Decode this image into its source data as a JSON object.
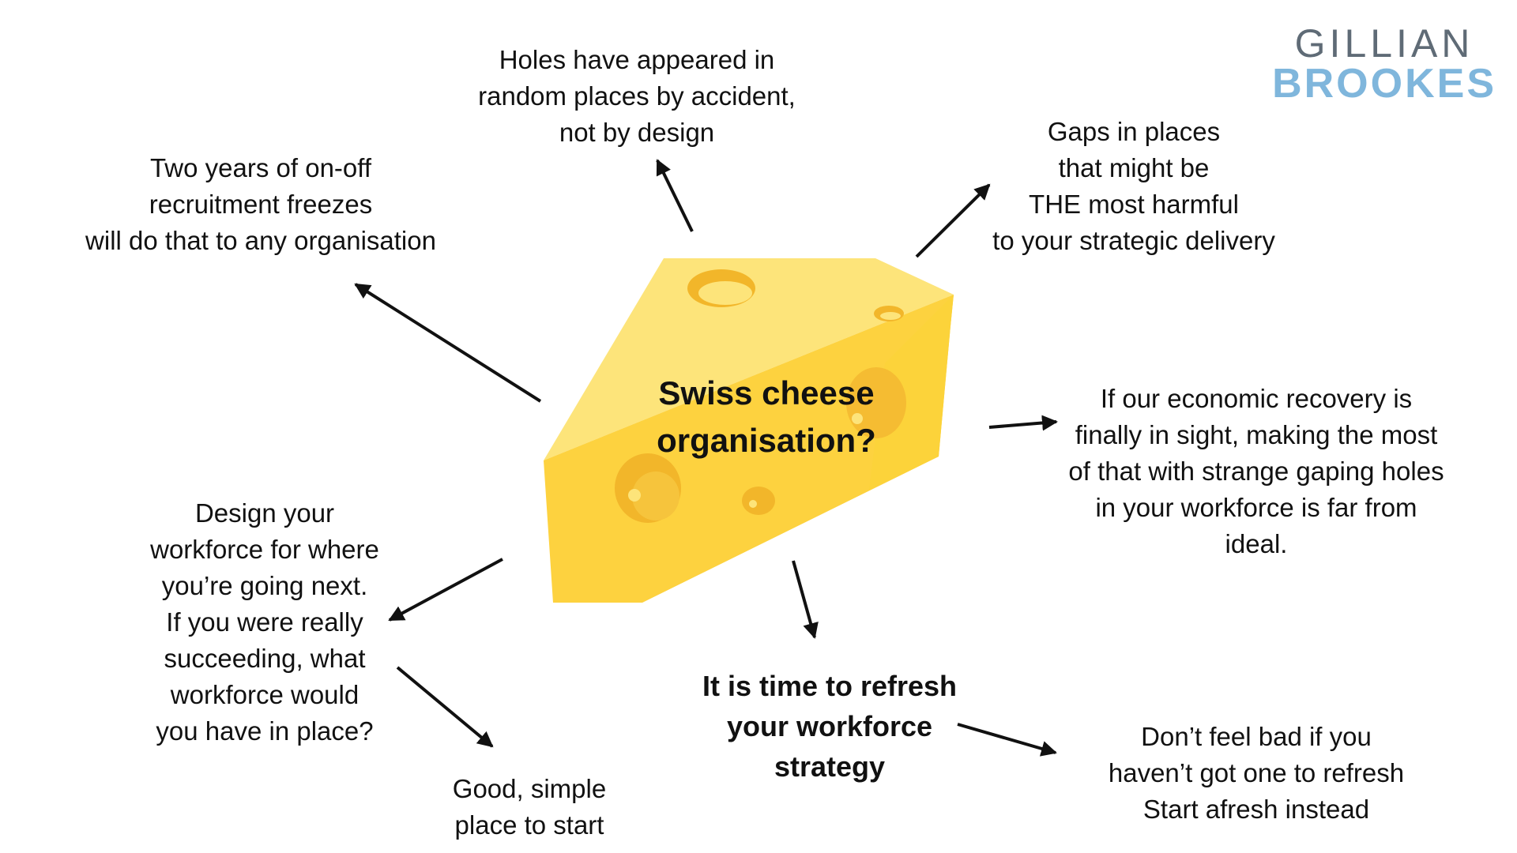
{
  "logo": {
    "line1": "GILLIAN",
    "line2": "BROOKES",
    "color_top": "#5f6b76",
    "color_bottom": "#7fb6dc"
  },
  "center": {
    "lines": [
      "Swiss cheese",
      "organisation?"
    ]
  },
  "notes": {
    "top": [
      "Holes have appeared in",
      "random places by accident,",
      "not by design"
    ],
    "top_left": [
      "Two years of on-off",
      "recruitment freezes",
      "will do that to any organisation"
    ],
    "top_right": [
      "Gaps in places",
      "that might be",
      "THE most harmful",
      "to your strategic delivery"
    ],
    "right": [
      "If our economic recovery is",
      "finally in sight, making the most",
      "of that with strange gaping holes",
      "in your workforce is far from",
      "ideal."
    ],
    "left": [
      "Design your",
      "workforce for where",
      "you’re going next.",
      "If you were really",
      "succeeding, what",
      "workforce would",
      "you have in place?"
    ],
    "bottom_left": [
      "Good, simple",
      "place to start"
    ],
    "bottom_center": [
      "It is time to refresh",
      "your workforce",
      "strategy"
    ],
    "bottom_right": [
      "Don’t feel bad if you",
      "haven’t got one to refresh",
      "Start afresh instead"
    ]
  },
  "colors": {
    "cheese_top": "#fde47a",
    "cheese_front": "#fdd23f",
    "cheese_side": "#fcd33a",
    "hole_dark": "#f2b62a",
    "hole_light": "#fde47a",
    "arrow": "#111111",
    "text": "#111111"
  }
}
